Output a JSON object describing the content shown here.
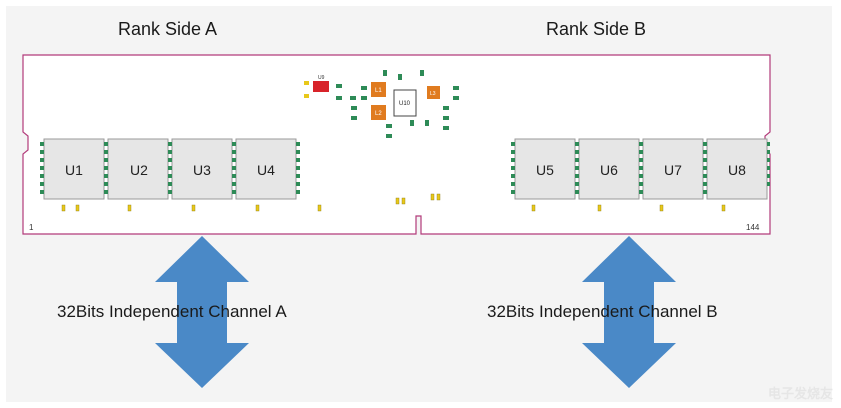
{
  "rank_labels": {
    "a": "Rank Side A",
    "b": "Rank Side B"
  },
  "channel_labels": {
    "a": "32Bits Independent Channel A",
    "b": "32Bits Independent Channel B"
  },
  "pin_labels": {
    "left": "1",
    "right": "144"
  },
  "chips_a": [
    "U1",
    "U2",
    "U3",
    "U4"
  ],
  "chips_b": [
    "U5",
    "U6",
    "U7",
    "U8"
  ],
  "center_chips": {
    "l1": "L1",
    "l2": "L2",
    "l3": "L3",
    "u9": "U9",
    "u10": "U10"
  },
  "watermark": "电子发烧友",
  "colors": {
    "board_outline": "#b23b7a",
    "chip_fill": "#e6e6e6",
    "pad_green": "#2e8b57",
    "arrow_fill": "#4a89c7",
    "inductor": "#e07b1f",
    "red_chip": "#d8232a",
    "pad_yellow": "#e8c81a"
  }
}
